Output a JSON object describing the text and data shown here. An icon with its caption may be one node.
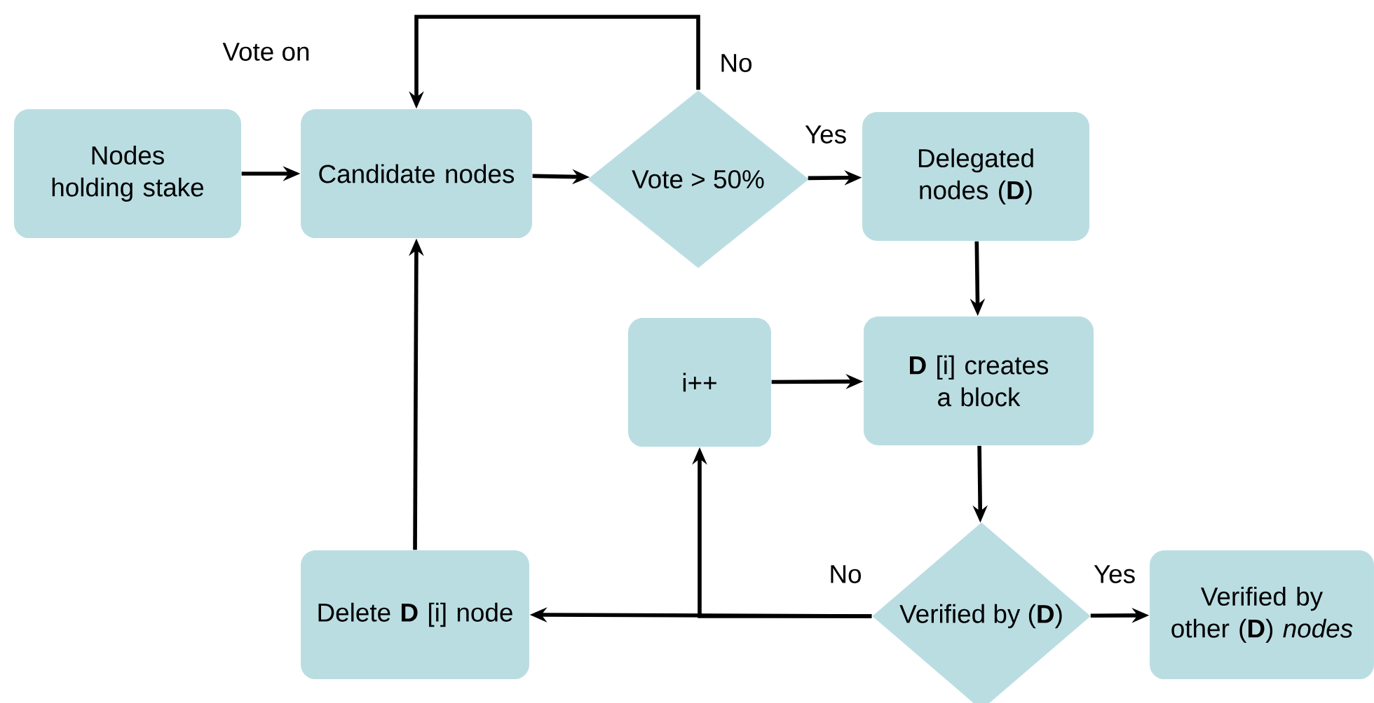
{
  "diagram": {
    "nodes": [
      {
        "text": [
          "Nodes holding stake"
        ]
      },
      {
        "text": [
          "Candidate nodes"
        ]
      },
      {
        "text": [
          "Vote > 50%"
        ]
      },
      {
        "text": [
          "Delegated nodes (**D**)"
        ]
      },
      {
        "text": [
          "i++"
        ]
      },
      {
        "text": [
          "**D** [i] creates a block"
        ]
      },
      {
        "text": [
          "Verified by (**D**)"
        ]
      },
      {
        "text": [
          "Delete **D** [i] node"
        ]
      },
      {
        "text": [
          "Verified by other (**D**) *nodes*"
        ]
      }
    ],
    "edges": [
      {
        "from": 0,
        "to": 1,
        "arrow": "to"
      },
      {
        "from": 1,
        "to": 2,
        "arrow": "to"
      },
      {
        "from": 2,
        "to": 3,
        "arrow": "to",
        "label": "Yes"
      },
      {
        "from": 2,
        "to": 1,
        "arrow": "to",
        "label": "No"
      },
      {
        "from": 3,
        "to": 5,
        "arrow": "to"
      },
      {
        "from": 4,
        "to": 5,
        "arrow": "to"
      },
      {
        "from": 5,
        "to": 6,
        "arrow": "to"
      },
      {
        "from": 6,
        "to": 8,
        "arrow": "to",
        "label": "Yes"
      },
      {
        "from": 6,
        "to": 7,
        "arrow": "to",
        "label": "No"
      },
      {
        "from": 6,
        "to": 4,
        "arrow": "to"
      },
      {
        "from": 7,
        "to": 1,
        "arrow": "to"
      }
    ],
    "labels": [
      "Vote on"
    ]
  }
}
